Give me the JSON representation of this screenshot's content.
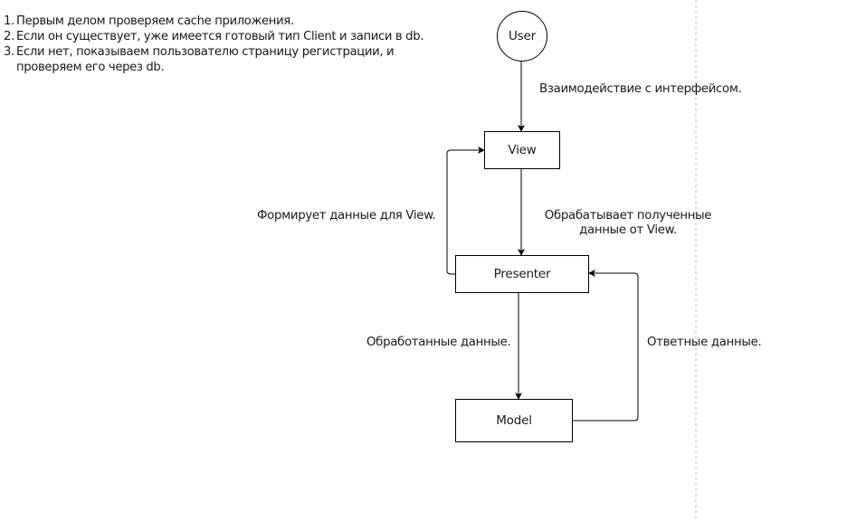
{
  "notes": [
    {
      "num": "1.",
      "lines": [
        "Первым делом проверяем cache приложения."
      ]
    },
    {
      "num": "2.",
      "lines": [
        "Если он существует, уже имеется готовый тип Client и записи в db."
      ]
    },
    {
      "num": "3.",
      "lines": [
        "Если нет, показываем пользователю страницу регистрации, и",
        "проверяем его через db."
      ]
    }
  ],
  "nodes": {
    "user": "User",
    "view": "View",
    "presenter": "Presenter",
    "model": "Model"
  },
  "edges": {
    "user_to_view": "Взаимодействие с интерфейсом.",
    "view_to_presenter": [
      "Обрабатывает полученные",
      "данные от View."
    ],
    "presenter_to_view": "Формирует данные для View.",
    "presenter_to_model": "Обработанные данные.",
    "model_to_presenter": "Ответные данные."
  }
}
